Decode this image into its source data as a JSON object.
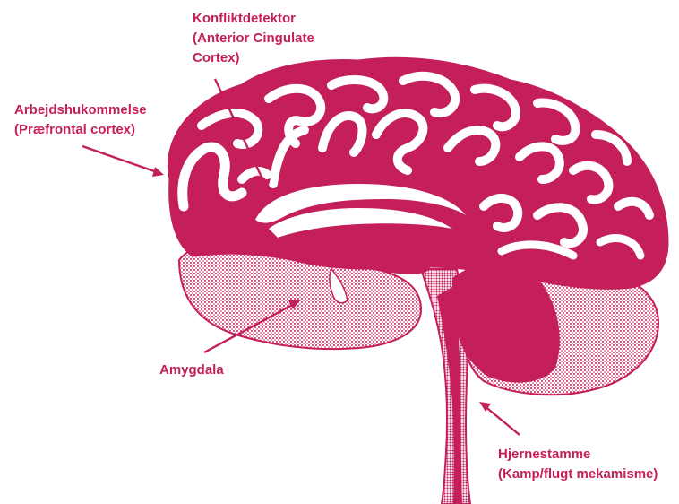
{
  "diagram": {
    "accent_color": "#c41f5b",
    "labels": {
      "konflikt": {
        "line1": "Konfliktdetektor",
        "line2": "(Anterior Cingulate",
        "line3": "Cortex)"
      },
      "arbejds": {
        "line1": "Arbejdshukommelse",
        "line2": "(Præfrontal cortex)"
      },
      "amygdala": {
        "line1": "Amygdala"
      },
      "hjerne": {
        "line1": "Hjernestamme",
        "line2": "(Kamp/flugt mekamisme)"
      }
    }
  }
}
